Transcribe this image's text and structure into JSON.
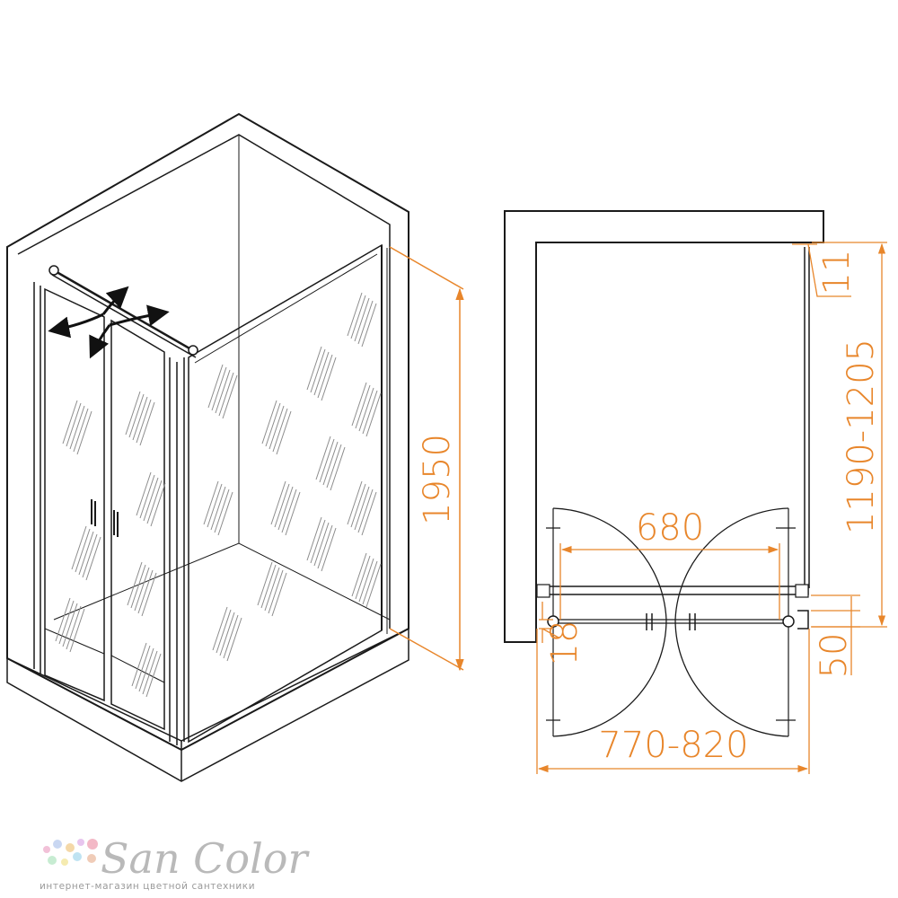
{
  "dimensions": {
    "height": "1950",
    "depth": "1190-1205",
    "side_gap": "11",
    "door_opening": "680",
    "total_width": "770-820",
    "profile_small": "18",
    "profile_depth": "50"
  },
  "brand": {
    "name": "San Color",
    "tagline": "интернет-магазин цветной сантехники"
  },
  "colors": {
    "dimension": "#e8862b",
    "line": "#1a1a1a",
    "logo": "#b9b9b9"
  }
}
